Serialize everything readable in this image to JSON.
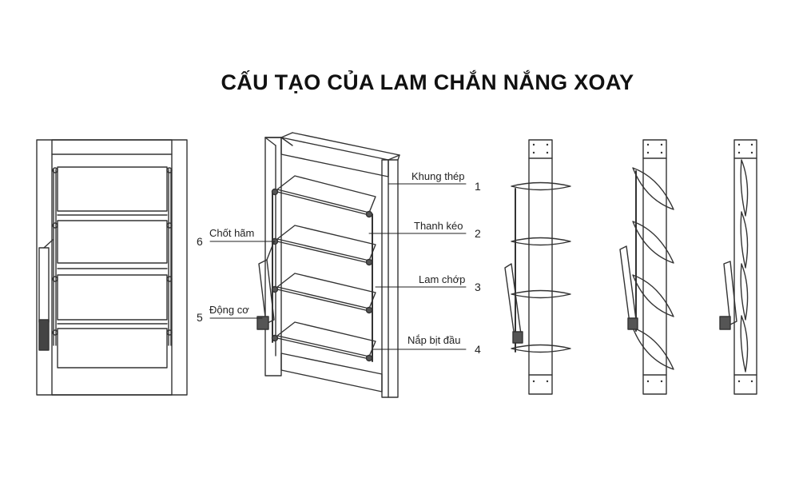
{
  "title": "CẤU TẠO CỦA LAM CHẮN NẮNG XOAY",
  "labels": [
    {
      "num": "1",
      "text": "Khung thép"
    },
    {
      "num": "2",
      "text": "Thanh kéo"
    },
    {
      "num": "3",
      "text": "Lam chớp"
    },
    {
      "num": "4",
      "text": "Nắp bịt đầu"
    },
    {
      "num": "5",
      "text": "Động cơ"
    },
    {
      "num": "6",
      "text": "Chốt hãm"
    }
  ]
}
